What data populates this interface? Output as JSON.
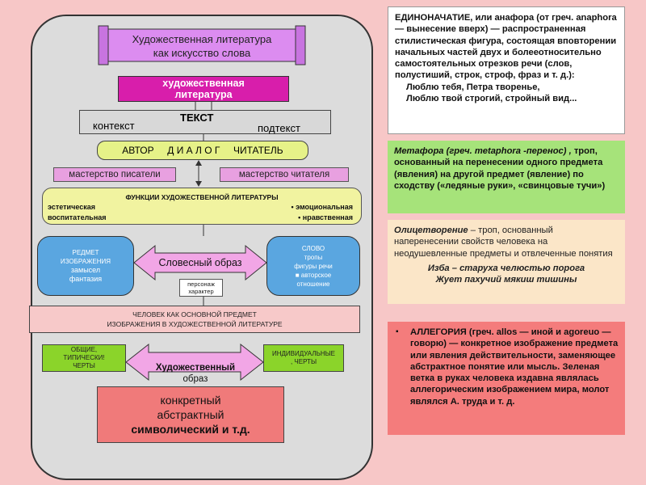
{
  "diagram": {
    "banner": {
      "line1": "Художественная литература",
      "line2": "как искусство слова"
    },
    "art_lit": {
      "line1": "художественная",
      "line2": "литература"
    },
    "text_box": {
      "title": "ТЕКСТ",
      "left": "контекст",
      "right": "подтекст"
    },
    "author_bar": {
      "author": "АВТОР",
      "dialog": "Д И А Л О Г",
      "reader": "ЧИТАТЕЛЬ"
    },
    "mastery_writer": "мастерство писатели",
    "mastery_reader": "мастерство читателя",
    "functions": {
      "title": "ФУНКЦИИ ХУДОЖЕСТВЕННОЙ ЛИТЕРАТУРЫ",
      "aesthetic": "эстетическая",
      "emotional": "• эмоциональная",
      "educational": "воспитательная",
      "moral": "• нравственная"
    },
    "subject_box": {
      "line1": "РЕДМЕТ",
      "line2": "ИЗОБРАЖЕНИЯ",
      "line3": "замысел",
      "line4": "фантазия"
    },
    "word_box": {
      "line1": "СЛОВО",
      "line2": "тропы",
      "line3": "фигуры речи",
      "line4": "■ авторское",
      "line5": "отношение"
    },
    "verbal_image": "Словесный образ",
    "character": {
      "line1": "персонаж",
      "line2": "характер"
    },
    "person": {
      "line1": "ЧЕЛОВЕК КАК ОСНОВНОЙ ПРЕДМЕТ",
      "line2": "ИЗОБРАЖЕНИЯ В ХУДОЖЕСТВЕННОЙ ЛИТЕРАТУРЕ"
    },
    "general": {
      "line1": "ОБЩИЕ,",
      "line2": "ТИПИЧЕСКИ!",
      "line3": "ЧЕРТЫ"
    },
    "individual": {
      "line1": "ИНДИВИДУАЛЬНЫЕ",
      "line2": ", ЧЕРТЫ"
    },
    "art_image": {
      "line1": "Художественный",
      "line2": "образ"
    },
    "concrete": {
      "line1": "конкретный",
      "line2": "абстрактный",
      "line3": "символический и т.д."
    }
  },
  "definitions": {
    "anaphora": {
      "text": "ЕДИНОНАЧАТИЕ, или анафора (от греч. anaphora — вынесение вверх) — распространенная стилистическая фигура, состоящая вповторении начальных частей двух и болееотносительно самостоятельных отрезков речи (слов, полустиший, строк, строф, фраз и т. д.):",
      "quote1": "Люблю тебя, Петра творенье,",
      "quote2": "Люблю твой строгий, стройный вид..."
    },
    "metaphor": {
      "head": "Метафора (греч. metaphora -перенос) ,",
      "text": "троп, основанный на перенесении одного предмета (явления) на другой предмет (явление) по сходству («ледяные руки», «свинцовые тучи»)"
    },
    "personification": {
      "head": "Олицетворение",
      "text": " – троп, основанный  наперенесении свойств человека на неодушевленные предметы и отвлеченные понятия",
      "quote1": "Изба – старуха челюстью порога",
      "quote2": "Жует пахучий мякиш тишины"
    },
    "allegory": {
      "bullet": "▪",
      "text": "АЛЛЕГОРИЯ (греч. allos — иной и agoreuo — говорю) — конкретное изображение предмета или явления действительности, заменяющее абстрактное понятие или мысль. Зеленая ветка в руках человека издавна являлась аллегорическим изображением мира, молот являлся А. труда и т. д."
    }
  },
  "colors": {
    "background": "#f7c7c7",
    "panel": "#dcdcdc",
    "banner": "#dc8cf0",
    "magenta": "#d81eab",
    "yellow_green": "#e6f288",
    "blue": "#5aa6e0",
    "green": "#8bd42a",
    "pink_arrow": "#f2a6e6",
    "red_box": "#f07a7a"
  }
}
